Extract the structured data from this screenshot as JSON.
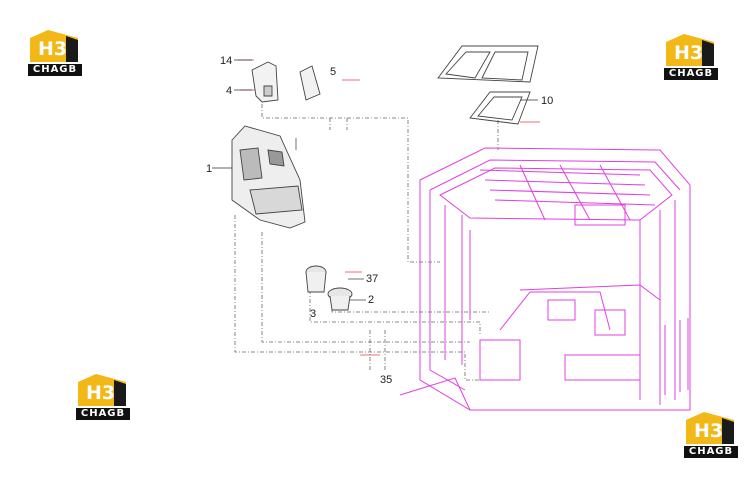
{
  "logo": {
    "mark": "H3",
    "brand": "CHAGB",
    "accent": "#f2b817",
    "dark": "#1a1a1a"
  },
  "colors": {
    "cab": "#e040e0",
    "parts": "#444444",
    "leader": "#666666",
    "redline": "#e0404a"
  },
  "callouts": {
    "c14": "14",
    "c5": "5",
    "c4": "4",
    "c10": "10",
    "c1": "1",
    "c37": "37",
    "c2": "2",
    "c3": "3",
    "c35": "35"
  }
}
